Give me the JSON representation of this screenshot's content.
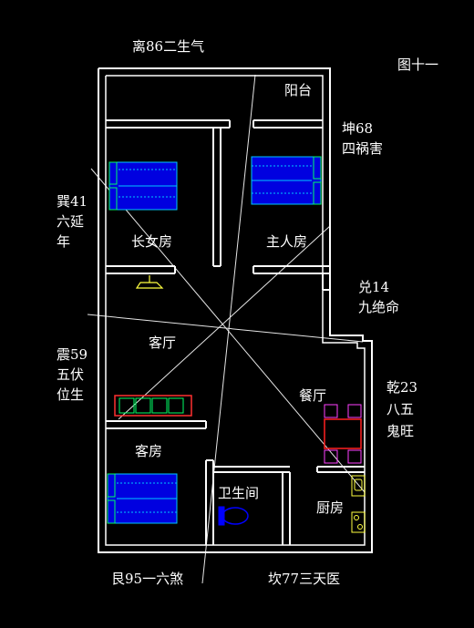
{
  "figure_label": "图十一",
  "directions": {
    "south": "离86二生气",
    "southwest_1": "坤68",
    "southwest_2": "四祸害",
    "southeast_1": "巽41",
    "southeast_2": "六延",
    "southeast_3": "年",
    "west_1": "兑14",
    "west_2": "九绝命",
    "east_1": "震59",
    "east_2": "五伏",
    "east_3": "位生",
    "northwest_1": "乾23",
    "northwest_2": "八五",
    "northwest_3": "鬼旺",
    "northeast": "艮95一六煞",
    "north": "坎77三天医"
  },
  "rooms": {
    "balcony": "阳台",
    "eldest_daughter_room": "长女房",
    "master_bedroom": "主人房",
    "living_room": "客厅",
    "dining_room": "餐厅",
    "guest_room": "客房",
    "bathroom": "卫生间",
    "kitchen": "厨房"
  },
  "colors": {
    "wall": "#ffffff",
    "bed_outline": "#00c8ff",
    "bed_fill": "#0000e0",
    "pillow": "#00ff66",
    "lamp": "#ffff40",
    "sofa": "#ff3030",
    "plant": "#00ff66",
    "dining_table": "#ff2020",
    "chair": "#ff40ff",
    "kitchen_fixture": "#ffff40",
    "toilet": "#0000ff"
  }
}
